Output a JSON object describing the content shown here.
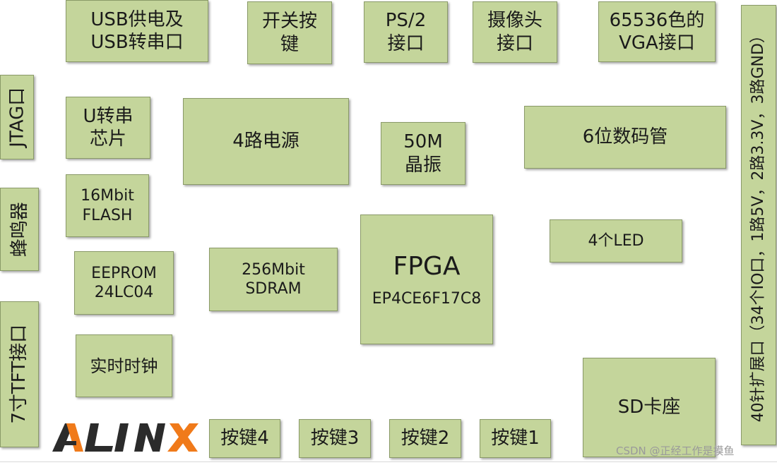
{
  "blocks": {
    "usb": [
      "USB供电及",
      "USB转串口"
    ],
    "switch_key": [
      "开关按",
      "键"
    ],
    "ps2": [
      "PS/2",
      "接口"
    ],
    "camera": [
      "摄像头",
      "接口"
    ],
    "vga": [
      "65536色的",
      "VGA接口"
    ],
    "jtag": "JTAG口",
    "u2uart": [
      "U转串",
      "芯片"
    ],
    "power": "4路电源",
    "crystal": [
      "50M",
      "晶振"
    ],
    "seg7": "6位数码管",
    "buzzer": "蜂鸣器",
    "flash": [
      "16Mbit",
      "FLASH"
    ],
    "fpga": [
      "FPGA",
      "EP4CE6F17C8"
    ],
    "led": "4个LED",
    "eeprom": [
      "EEPROM",
      "24LC04"
    ],
    "sdram": [
      "256Mbit",
      "SDRAM"
    ],
    "tft": "7寸TFT接口",
    "rtc": "实时时钟",
    "sd": "SD卡座",
    "key4": "按键4",
    "key3": "按键3",
    "key2": "按键2",
    "key1": "按键1",
    "expansion": "40针扩展口（34个IO口，1路5V，2路3.3V，3路GND）"
  },
  "logo_text": "ALINX",
  "watermark": "CSDN @正经工作是摸鱼",
  "colors": {
    "block_fill": "#c4d59b",
    "block_border": "#8a9a68",
    "logo_dark": "#2b2b2b",
    "logo_orange": "#f07a1a"
  }
}
